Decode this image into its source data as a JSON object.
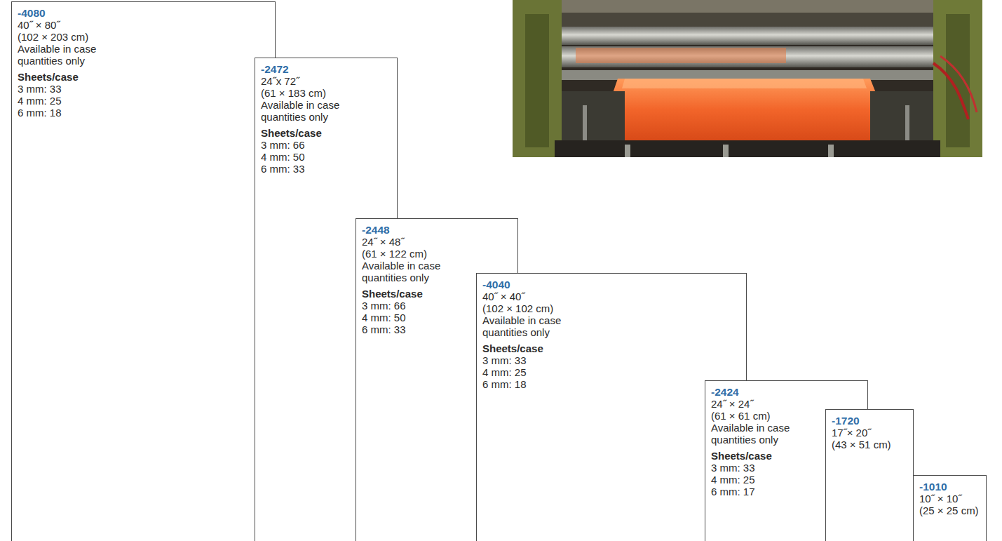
{
  "diagram": {
    "nodes": [
      {
        "text": [
          "-4080",
          "40˝ × 80˝",
          "(102 × 203 cm)",
          "Available in case quantities only",
          "Sheets/case",
          "3 mm: 33",
          "4 mm: 25",
          "6 mm: 18"
        ]
      },
      {
        "text": [
          "-2472",
          "24˝x 72˝",
          "(61 × 183 cm)",
          "Available in case quantities only",
          "Sheets/case",
          "3 mm: 66",
          "4 mm: 50",
          "6 mm: 33"
        ]
      },
      {
        "text": [
          "-2448",
          "24˝ × 48˝",
          "(61 × 122 cm)",
          "Available in case quantities only",
          "Sheets/case",
          "3 mm: 66",
          "4 mm: 50",
          "6 mm: 33"
        ]
      },
      {
        "text": [
          "-4040",
          "40˝ × 40˝",
          "(102 × 102 cm)",
          "Available in case quantities only",
          "Sheets/case",
          "3 mm: 33",
          "4 mm: 25",
          "6 mm: 18"
        ]
      },
      {
        "text": [
          "-2424",
          "24˝ × 24˝",
          "(61 × 61 cm)",
          "Available in case quantities only",
          "Sheets/case",
          "3 mm: 33",
          "4 mm: 25",
          "6 mm: 17"
        ]
      },
      {
        "text": [
          "-1720",
          "17˝× 20˝",
          "(43 × 51 cm)"
        ]
      },
      {
        "text": [
          "-1010",
          "10˝ × 10˝",
          "(25 × 25 cm)"
        ]
      }
    ]
  }
}
